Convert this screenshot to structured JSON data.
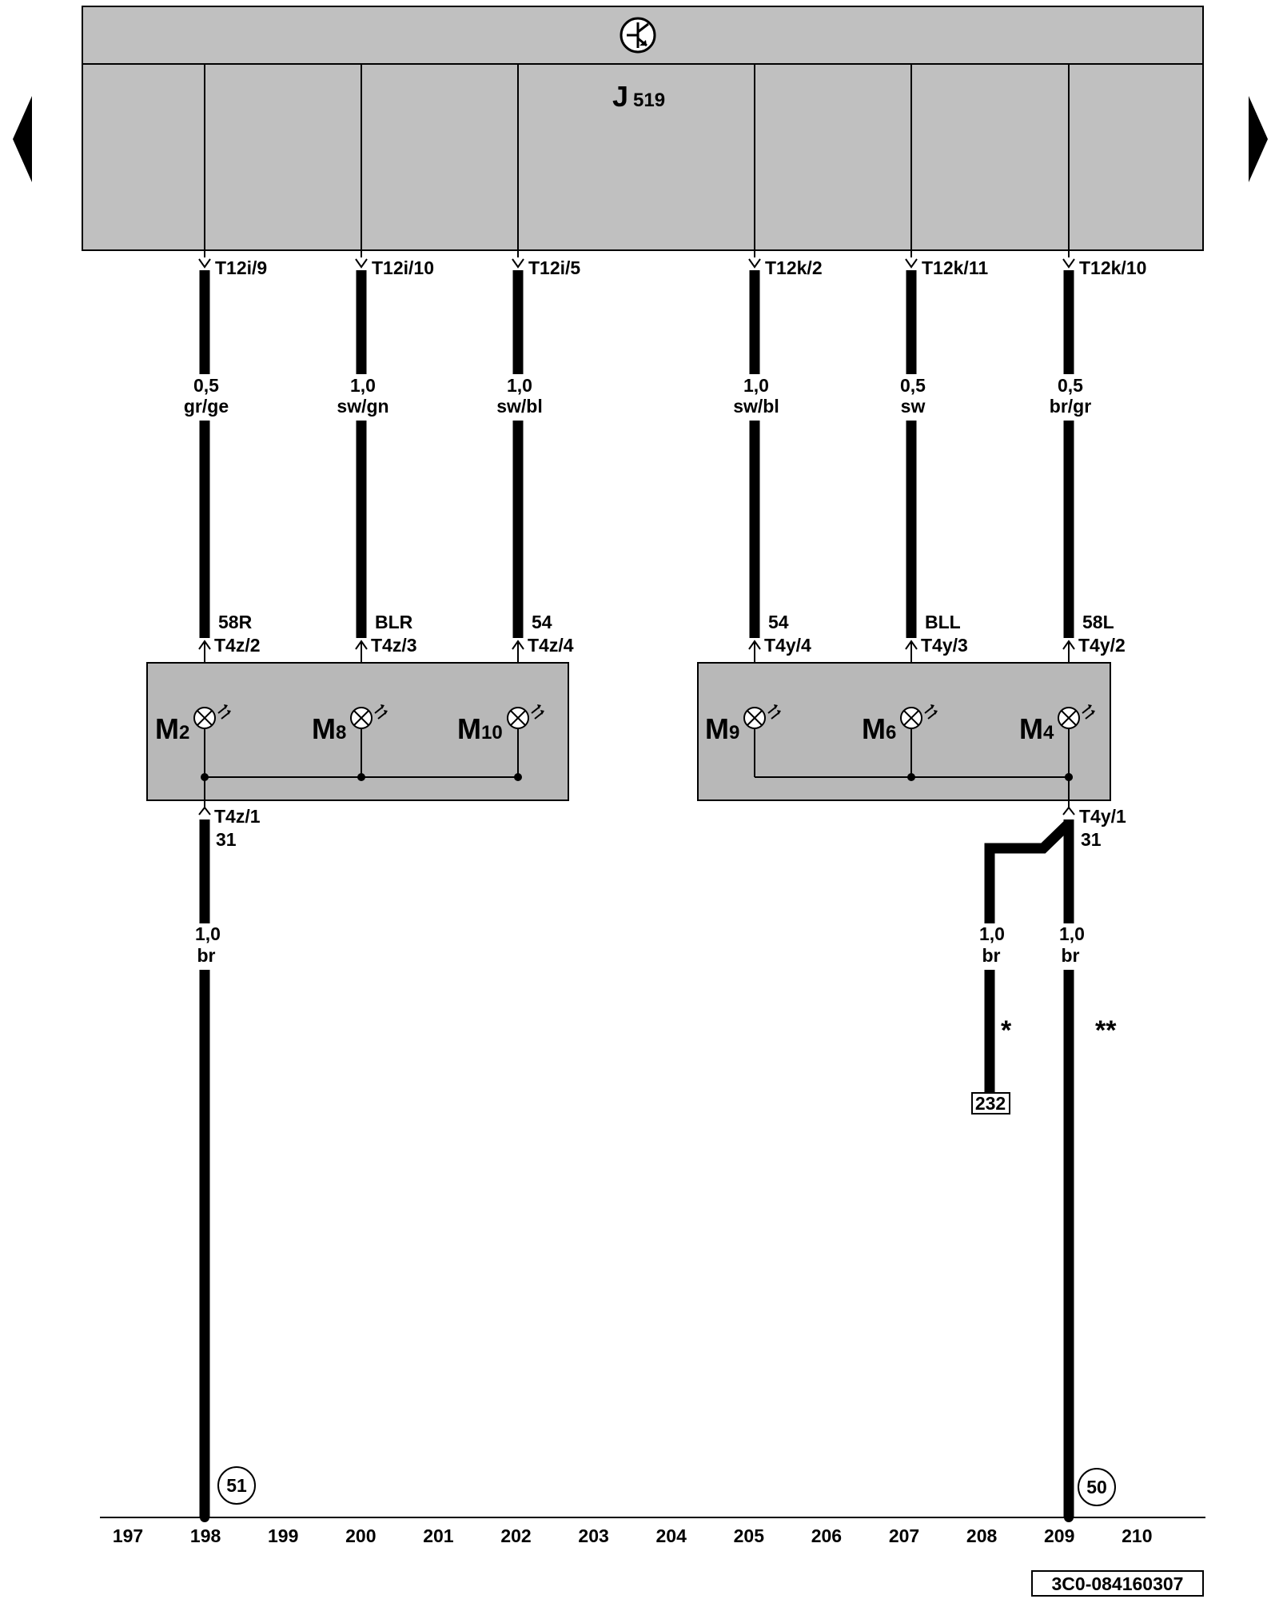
{
  "module": {
    "letter": "J",
    "number": "519",
    "symbol": "electronics-icon"
  },
  "nav": {
    "left": "previous-page-arrow",
    "right": "next-page-arrow"
  },
  "pins_top": [
    "T12i/9",
    "T12i/10",
    "T12i/5",
    "T12k/2",
    "T12k/11",
    "T12k/10"
  ],
  "wires_top": [
    {
      "size": "0,5",
      "color": "gr/ge"
    },
    {
      "size": "1,0",
      "color": "sw/gn"
    },
    {
      "size": "1,0",
      "color": "sw/bl"
    },
    {
      "size": "1,0",
      "color": "sw/bl"
    },
    {
      "size": "0,5",
      "color": "sw"
    },
    {
      "size": "0,5",
      "color": "br/gr"
    }
  ],
  "terminals": [
    "58R",
    "BLR",
    "54",
    "54",
    "BLL",
    "58L"
  ],
  "pins_bulb": [
    "T4z/2",
    "T4z/3",
    "T4z/4",
    "T4y/4",
    "T4y/3",
    "T4y/2"
  ],
  "bulbs": [
    {
      "letter": "M",
      "number": "2"
    },
    {
      "letter": "M",
      "number": "8"
    },
    {
      "letter": "M",
      "number": "10"
    },
    {
      "letter": "M",
      "number": "9"
    },
    {
      "letter": "M",
      "number": "6"
    },
    {
      "letter": "M",
      "number": "4"
    }
  ],
  "ground_left": {
    "pin": "T4z/1",
    "terminal": "31",
    "size": "1,0",
    "color": "br",
    "ref": "51"
  },
  "ground_right": {
    "pin": "T4y/1",
    "terminal": "31",
    "size": "1,0",
    "color": "br",
    "ref": "50",
    "marker": "**"
  },
  "ground_branch": {
    "size": "1,0",
    "color": "br",
    "marker": "*",
    "target": "232"
  },
  "tracks": [
    "197",
    "198",
    "199",
    "200",
    "201",
    "202",
    "203",
    "204",
    "205",
    "206",
    "207",
    "208",
    "209",
    "210"
  ],
  "drawing_id": "3C0-084160307"
}
